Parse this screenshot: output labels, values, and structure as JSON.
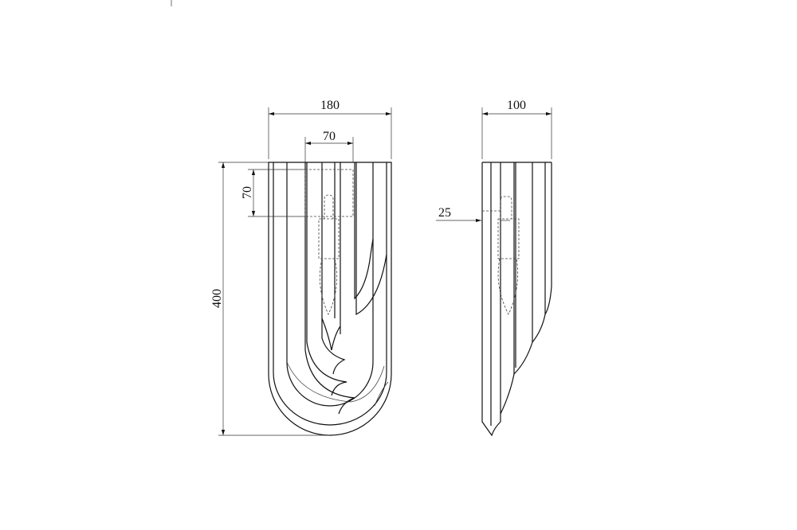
{
  "front_view": {
    "width_label": "180",
    "inner_width_label": "70",
    "top_height_label": "70",
    "height_label": "400"
  },
  "side_view": {
    "depth_label": "100",
    "offset_label": "25"
  }
}
